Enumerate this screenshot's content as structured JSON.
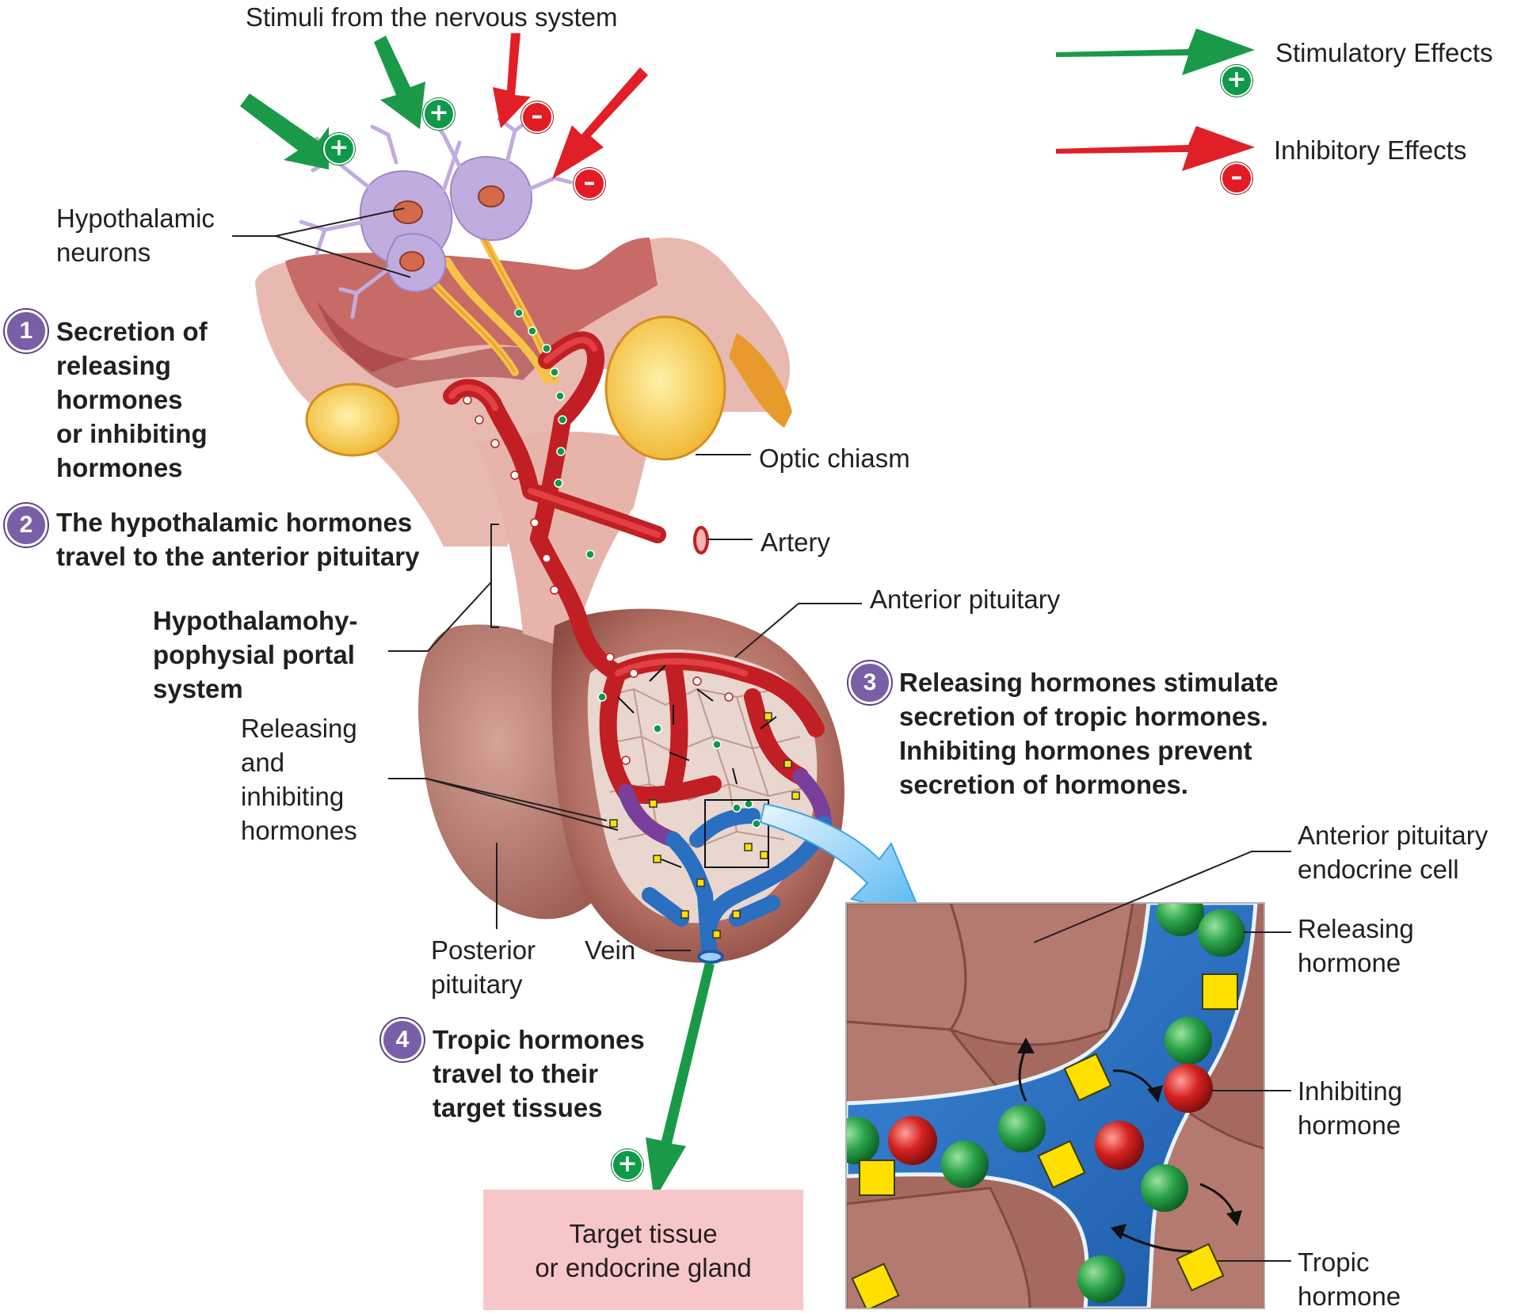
{
  "labels": {
    "stimuli": "Stimuli from the nervous system",
    "stimulatory": "Stimulatory Effects",
    "inhibitory": "Inhibitory Effects",
    "hypothalamic_neurons": "Hypothalamic\nneurons",
    "optic_chiasm": "Optic chiasm",
    "artery": "Artery",
    "anterior_pituitary": "Anterior pituitary",
    "portal_system": "Hypothalamohy-\npophysial portal\nsystem",
    "releasing_inhibiting": "Releasing\nand\ninhibiting\nhormones",
    "posterior_pituitary": "Posterior\npituitary",
    "vein": "Vein",
    "target_tissue": "Target tissue\nor endocrine gland",
    "endocrine_cell": "Anterior pituitary\nendocrine cell",
    "releasing_hormone": "Releasing\nhormone",
    "inhibiting_hormone": "Inhibiting\nhormone",
    "tropic_hormone": "Tropic\nhormone"
  },
  "steps": [
    {
      "num": "1",
      "text": "Secretion of\nreleasing\nhormones\nor inhibiting\nhormones"
    },
    {
      "num": "2",
      "text": "The hypothalamic hormones\ntravel to the anterior pituitary"
    },
    {
      "num": "3",
      "text": "Releasing hormones stimulate\nsecretion of tropic hormones.\nInhibiting hormones prevent\nsecretion of hormones."
    },
    {
      "num": "4",
      "text": "Tropic hormones\ntravel to their\ntarget tissues"
    }
  ],
  "signs": {
    "plus": "+",
    "minus": "–"
  },
  "colors": {
    "stimulatory": "#1a9a48",
    "inhibitory": "#e11f26",
    "vessel_red": "#d42a2e",
    "vessel_blue": "#2a6fc0",
    "tissue": "#a05f55",
    "nerve_yellow": "#f6c24a",
    "neuron_purple": "#b9a3d8",
    "step_badge": "#7a5fa8",
    "target_box": "#f7c6c9"
  }
}
